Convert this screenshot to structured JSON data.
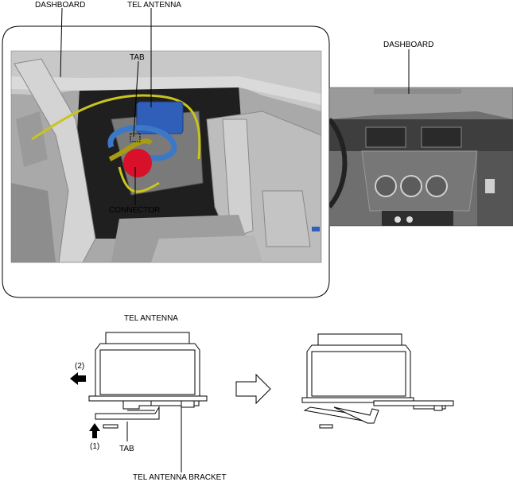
{
  "labels": {
    "dashboard_top": "DASHBOARD",
    "tel_antenna_top": "TEL ANTENNA",
    "dashboard_right": "DASHBOARD",
    "tab_top": "TAB",
    "connector": "CONNECTOR",
    "tel_antenna_bottom": "TEL ANTENNA",
    "step2": "(2)",
    "step1": "(1)",
    "tab_bottom": "TAB",
    "bracket": "TEL ANTENNA BRACKET"
  },
  "colors": {
    "antenna_blue": "#2f5fb8",
    "connector_red": "#d8102a",
    "harness_yellow": "#c9c41e",
    "clamp_blue": "#3b78c8"
  }
}
